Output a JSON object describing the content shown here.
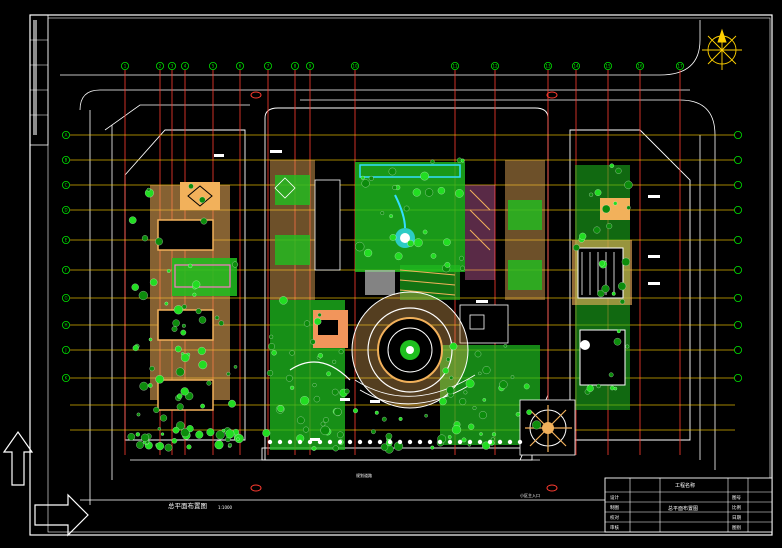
{
  "drawing": {
    "title": "总平面布置图",
    "scale_note": "1:1000",
    "bottom_road_label": "规划道路",
    "entrance_label": "小区主入口"
  },
  "grid": {
    "top_axis_labels": [
      "1",
      "2",
      "3",
      "4",
      "5",
      "6",
      "7",
      "8",
      "9",
      "10",
      "11",
      "12",
      "13",
      "14",
      "15",
      "16",
      "17"
    ],
    "left_axis_labels": [
      "A",
      "B",
      "C",
      "D",
      "E",
      "F",
      "G",
      "H",
      "J",
      "K"
    ]
  },
  "title_block": {
    "project": "总平面布置图",
    "header": "工程名称",
    "rows": [
      [
        "设计",
        "",
        "图号"
      ],
      [
        "制图",
        "",
        "比例"
      ],
      [
        "校对",
        "",
        "日期"
      ],
      [
        "审核",
        "",
        "图别"
      ]
    ]
  },
  "colors": {
    "background": "#000000",
    "frame": "#ffffff",
    "grid_vertical": "#ff3b30",
    "grid_horizontal": "#ffd000",
    "axis_bubble": "#00e000",
    "vegetation": "#1fbf1f",
    "paving": "#f2b15b",
    "pink": "#ff77c8",
    "cyan": "#33ddff"
  }
}
